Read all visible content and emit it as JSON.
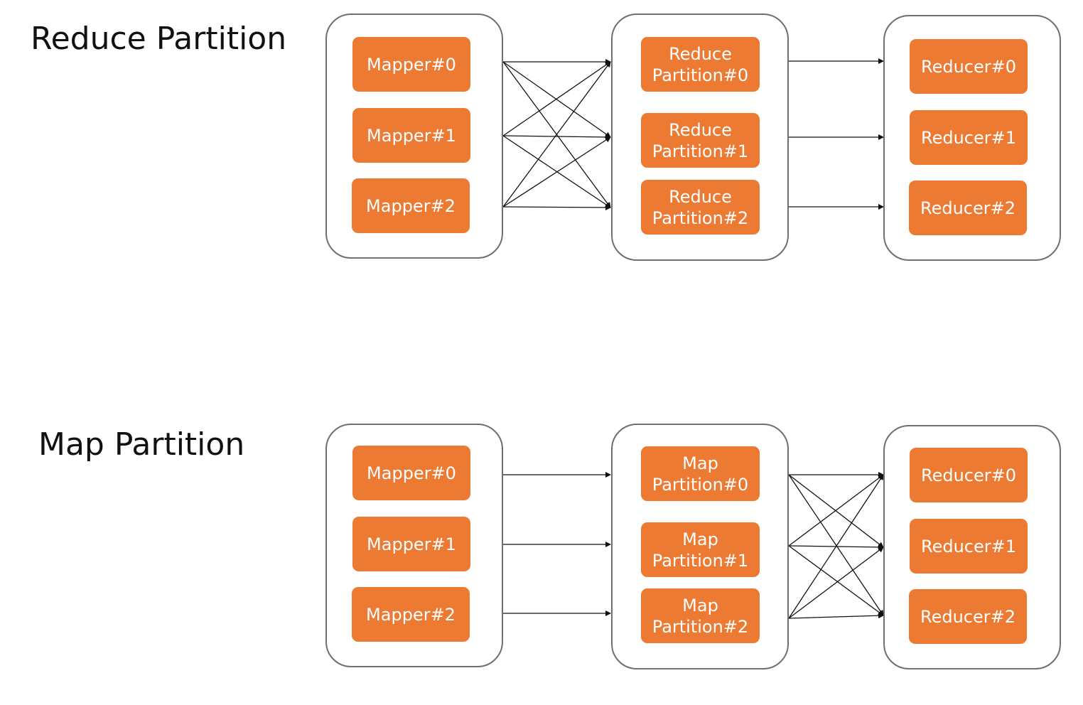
{
  "sections": {
    "reduce": {
      "title": "Reduce Partition",
      "mappers": [
        "Mapper#0",
        "Mapper#1",
        "Mapper#2"
      ],
      "partitions": [
        {
          "line1": "Reduce",
          "line2": "Partition#0"
        },
        {
          "line1": "Reduce",
          "line2": "Partition#1"
        },
        {
          "line1": "Reduce",
          "line2": "Partition#2"
        }
      ],
      "reducers": [
        "Reducer#0",
        "Reducer#1",
        "Reducer#2"
      ]
    },
    "map": {
      "title": "Map Partition",
      "mappers": [
        "Mapper#0",
        "Mapper#1",
        "Mapper#2"
      ],
      "partitions": [
        {
          "line1": "Map",
          "line2": "Partition#0"
        },
        {
          "line1": "Map",
          "line2": "Partition#1"
        },
        {
          "line1": "Map",
          "line2": "Partition#2"
        }
      ],
      "reducers": [
        "Reducer#0",
        "Reducer#1",
        "Reducer#2"
      ]
    }
  },
  "colors": {
    "node_fill": "#ec7a33",
    "node_text": "#ffffff",
    "box_border": "#6f6f6f",
    "edge": "#111111"
  }
}
